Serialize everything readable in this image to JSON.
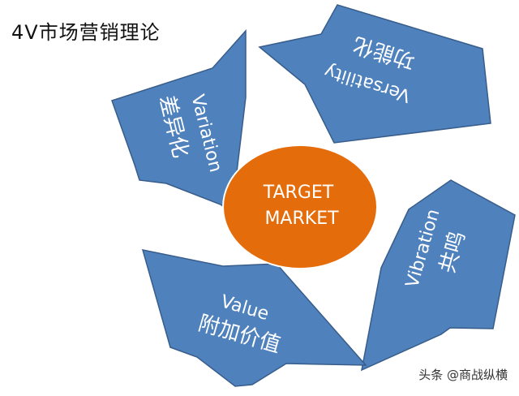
{
  "title": "4V市场营销理论",
  "center": {
    "line1": "TARGET",
    "line2": "MARKET",
    "fill": "#E46C0A",
    "text_color": "#FFFFFF"
  },
  "arrow_style": {
    "fill": "#4F81BD",
    "stroke": "#385D8A",
    "text_color": "#FFFFFF"
  },
  "arrows": [
    {
      "id": "variation",
      "en": "Variation",
      "cn": "差异化"
    },
    {
      "id": "versatility",
      "en": "Versatility",
      "cn": "功能化"
    },
    {
      "id": "vibration",
      "en": "Vibration",
      "cn": "共鸣"
    },
    {
      "id": "value",
      "en": "Value",
      "cn": "附加价值"
    }
  ],
  "watermark": "头条 @商战纵横"
}
